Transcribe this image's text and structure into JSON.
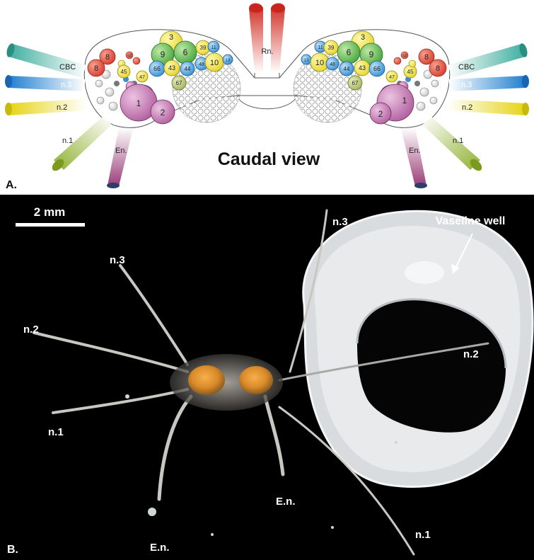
{
  "panel_a": {
    "label": "A.",
    "title": "Caudal view",
    "center_label": "Rn.",
    "left_nerves": [
      "CBC",
      "n.3",
      "n.2",
      "n.1",
      "En."
    ],
    "right_nerves": [
      "CBC",
      "n.3",
      "n.2",
      "En.",
      "n.1"
    ],
    "left_cells": [
      "8",
      "8",
      "3",
      "9",
      "6",
      "39",
      "11",
      "45",
      "66",
      "43",
      "44",
      "48",
      "10",
      "13",
      "47",
      "67",
      "1",
      "2"
    ],
    "right_cells": [
      "3",
      "11",
      "39",
      "6",
      "9",
      "13",
      "10",
      "48",
      "44",
      "43",
      "66",
      "45",
      "8",
      "8",
      "47",
      "67",
      "1",
      "2"
    ],
    "small_cells": [
      "62",
      "62"
    ],
    "colors": {
      "cbc": "#5bbfb0",
      "n3": "#2b8fd6",
      "n2": "#e8d81c",
      "n1": "#9cb83a",
      "en": "#a0457e",
      "rn": "#d8362a",
      "red_cell": "#e0483a",
      "yellow_cell": "#f2e34a",
      "green_cell": "#5dbb4a",
      "blue_cell": "#4aa3dc",
      "purple_cell": "#c47ab4",
      "olive_cell": "#b9c46a"
    }
  },
  "panel_b": {
    "label": "B.",
    "scale_bar": "2 mm",
    "annotation": "Vaseline well",
    "labels": {
      "n3_left": "n.3",
      "n2_left": "n.2",
      "n1_left": "n.1",
      "en_left": "E.n.",
      "n3_right": "n.3",
      "n2_right": "n.2",
      "en_right": "E.n.",
      "n1_right": "n.1"
    }
  }
}
